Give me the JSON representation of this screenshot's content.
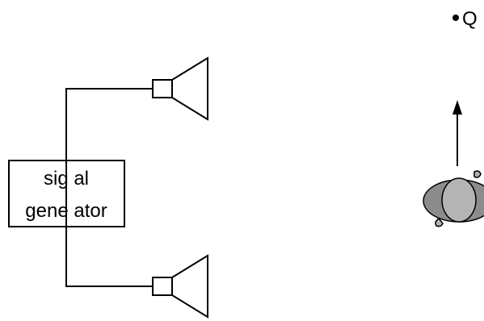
{
  "signal_generator": {
    "line1": "sig al",
    "line2": "gene ator"
  },
  "point_label": "Q",
  "colors": {
    "stroke": "#000000",
    "observer_outer": "#8c8c8c",
    "observer_inner": "#b4b4b4"
  }
}
